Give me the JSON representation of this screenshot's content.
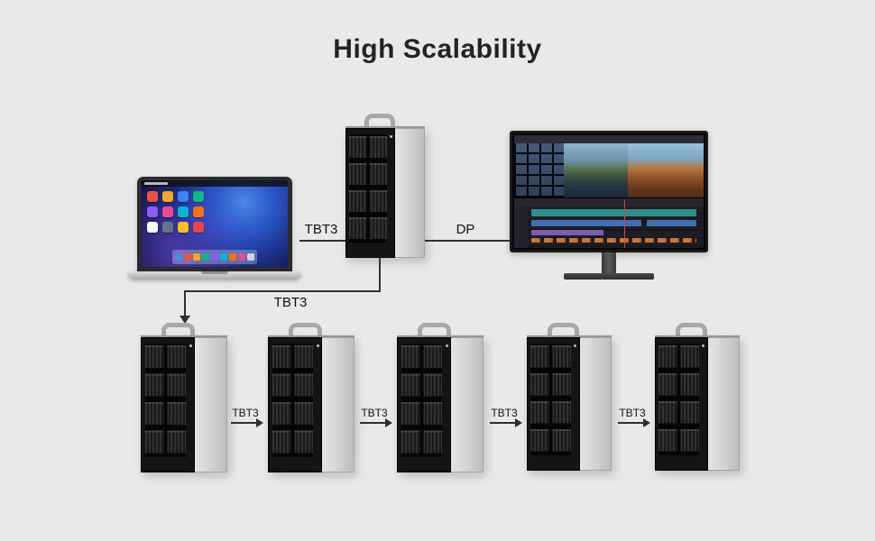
{
  "title": "High Scalability",
  "colors": {
    "page_background": "#e9e9e9",
    "connector_line": "#2f2f2f",
    "title_text": "#232323",
    "label_text": "#111111",
    "tower_front": "#141414",
    "tower_side": "#d0d1d3",
    "handle_silver": "#a8a8aa"
  },
  "connections": {
    "laptop_to_tower_label": "TBT3",
    "tower_to_monitor_label": "DP",
    "tower_to_chain_label": "TBT3",
    "daisy_chain_labels": [
      "TBT3",
      "TBT3",
      "TBT3",
      "TBT3"
    ]
  },
  "laptop": {
    "app_icon_colors": [
      "#e8543f",
      "#f5a623",
      "#3b82f6",
      "#10b981",
      "#8b5cf6",
      "#ec4899",
      "#06b6d4",
      "#f97316",
      "#ffffff",
      "#64748b",
      "#fbbf24",
      "#ef4444"
    ],
    "dock_icon_colors": [
      "#4a90d9",
      "#e8543f",
      "#f5a623",
      "#10b981",
      "#8b5cf6",
      "#06b6d4",
      "#f97316",
      "#ec4899",
      "#cbd5e1"
    ]
  }
}
